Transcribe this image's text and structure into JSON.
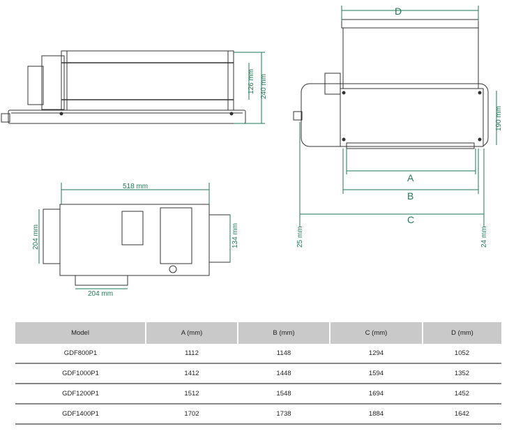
{
  "drawing": {
    "side_view": {
      "dim_inner": "126 mm",
      "dim_height": "240 mm"
    },
    "front_view": {
      "dim_d": "D",
      "dim_a": "A",
      "dim_b": "B",
      "dim_c": "C",
      "dim_190": "190 mm",
      "dim_left": "25 mm",
      "dim_right": "24 mm"
    },
    "end_view": {
      "dim_width": "518 mm",
      "dim_left": "204 mm",
      "dim_right": "134 mm",
      "dim_bottom": "204 mm"
    },
    "accent_color": "#1f7a55"
  },
  "table": {
    "headers": [
      "Model",
      "A (mm)",
      "B (mm)",
      "C (mm)",
      "D (mm)"
    ],
    "rows": [
      [
        "GDF800P1",
        "1112",
        "1148",
        "1294",
        "1052"
      ],
      [
        "GDF1000P1",
        "1412",
        "1448",
        "1594",
        "1352"
      ],
      [
        "GDF1200P1",
        "1512",
        "1548",
        "1694",
        "1452"
      ],
      [
        "GDF1400P1",
        "1702",
        "1738",
        "1884",
        "1642"
      ]
    ]
  }
}
